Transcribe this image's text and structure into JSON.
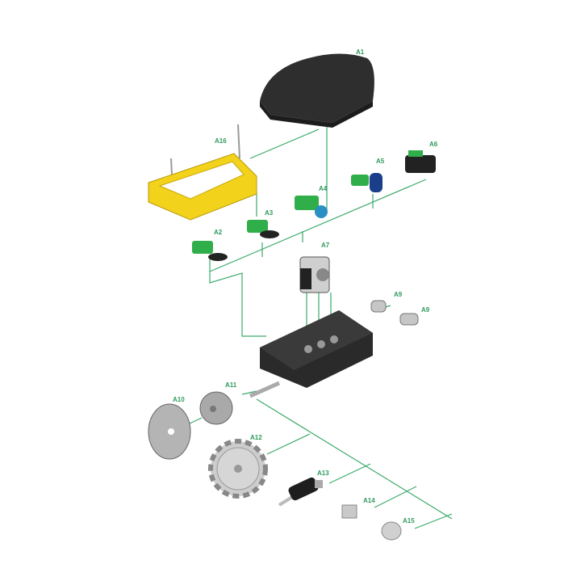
{
  "colors": {
    "line": "#3aaa6a",
    "label": "#2e9a5c",
    "frame": "#f2d21b",
    "part_green": "#2fae4a",
    "dark": "#2b2b2b",
    "grey": "#b8b8b8"
  },
  "labels": {
    "a1": "A1",
    "a2": "A2",
    "a3": "A3",
    "a4": "A4",
    "a5": "A5",
    "a6": "A6",
    "a7": "A7",
    "a9_upper": "A9",
    "a9_lower": "A9",
    "a10": "A10",
    "a11": "A11",
    "a12": "A12",
    "a13": "A13",
    "a14": "A14",
    "a15": "A15",
    "a16": "A16"
  }
}
